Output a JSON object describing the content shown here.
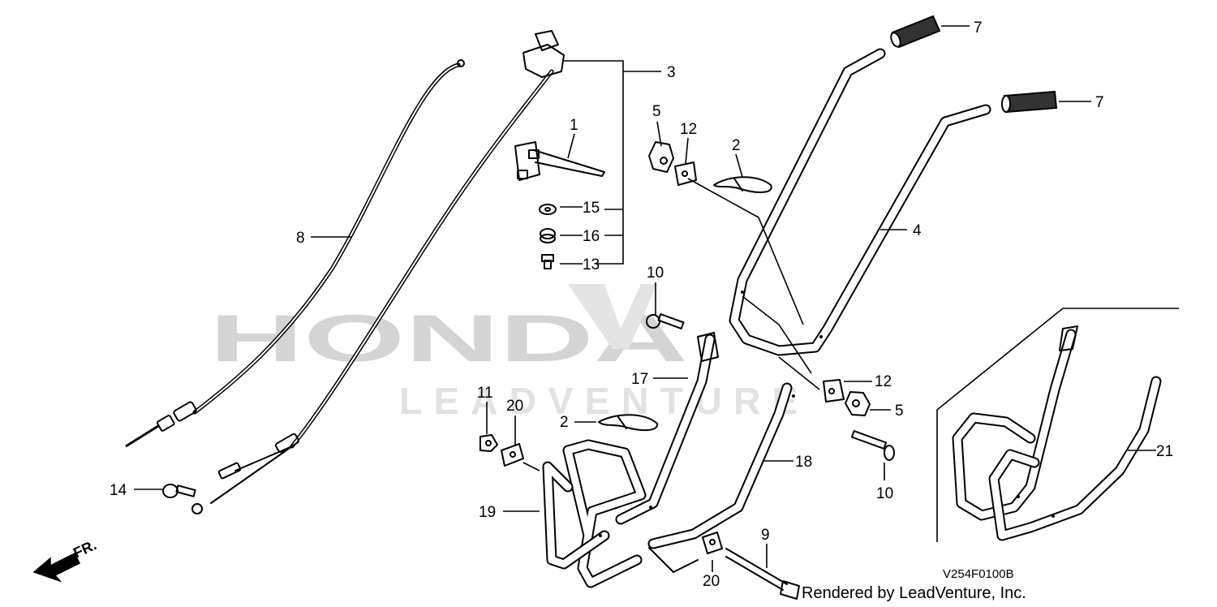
{
  "watermark": {
    "brand": "HONDA",
    "dealer": "LEADVENTURE"
  },
  "diagram_code": "V254F0100B",
  "credit": "Rendered by LeadVenture, Inc.",
  "direction_label": "FR.",
  "callouts": [
    {
      "id": "c1",
      "label": "1"
    },
    {
      "id": "c2a",
      "label": "2"
    },
    {
      "id": "c2b",
      "label": "2"
    },
    {
      "id": "c3",
      "label": "3"
    },
    {
      "id": "c4",
      "label": "4"
    },
    {
      "id": "c5a",
      "label": "5"
    },
    {
      "id": "c5b",
      "label": "5"
    },
    {
      "id": "c7a",
      "label": "7"
    },
    {
      "id": "c7b",
      "label": "7"
    },
    {
      "id": "c8",
      "label": "8"
    },
    {
      "id": "c9",
      "label": "9"
    },
    {
      "id": "c10a",
      "label": "10"
    },
    {
      "id": "c10b",
      "label": "10"
    },
    {
      "id": "c11",
      "label": "11"
    },
    {
      "id": "c12a",
      "label": "12"
    },
    {
      "id": "c12b",
      "label": "12"
    },
    {
      "id": "c13",
      "label": "13"
    },
    {
      "id": "c14",
      "label": "14"
    },
    {
      "id": "c15",
      "label": "15"
    },
    {
      "id": "c16",
      "label": "16"
    },
    {
      "id": "c17",
      "label": "17"
    },
    {
      "id": "c18",
      "label": "18"
    },
    {
      "id": "c19",
      "label": "19"
    },
    {
      "id": "c20a",
      "label": "20"
    },
    {
      "id": "c20b",
      "label": "20"
    },
    {
      "id": "c21",
      "label": "21"
    }
  ]
}
